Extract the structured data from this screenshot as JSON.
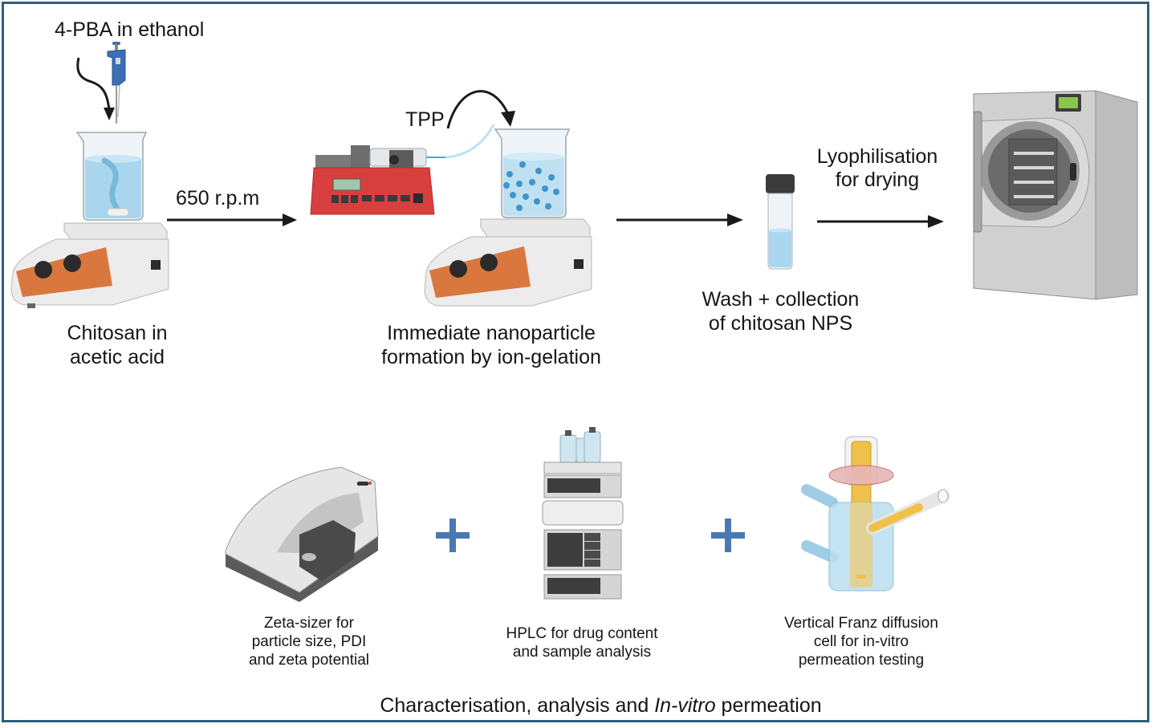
{
  "diagram": {
    "steps": [
      {
        "id": "pipette",
        "label": "4-PBA in ethanol"
      },
      {
        "id": "stirrer1",
        "label_line1": "Chitosan in",
        "label_line2": "acetic acid"
      },
      {
        "id": "arrow1",
        "label": "650 r.p.m"
      },
      {
        "id": "syringe",
        "label": "TPP"
      },
      {
        "id": "stirrer2",
        "label_line1": "Immediate nanoparticle",
        "label_line2": "formation by ion-gelation"
      },
      {
        "id": "vial",
        "label_line1": "Wash + collection",
        "label_line2": "of chitosan NPS"
      },
      {
        "id": "arrow3",
        "label_line1": "Lyophilisation",
        "label_line2": "for drying"
      },
      {
        "id": "freeze-dryer",
        "label": ""
      }
    ],
    "analysis": [
      {
        "id": "zetasizer",
        "lines": [
          "Zeta-sizer for",
          "particle size, PDI",
          "and zeta potential"
        ]
      },
      {
        "id": "hplc",
        "lines": [
          "HPLC for drug content",
          "and sample analysis"
        ]
      },
      {
        "id": "franz-cell",
        "lines": [
          "Vertical Franz diffusion",
          "cell for in-vitro",
          "permeation testing"
        ]
      }
    ],
    "plus_symbol": "+",
    "footer": {
      "part1": "Characterisation, analysis and ",
      "italic": "In-vitro",
      "part2": " permeation"
    },
    "colors": {
      "border": "#2e5f7a",
      "plus": "#4a78b0",
      "hotplate_panel": "#d9773e",
      "pump_red": "#d7403f",
      "liquid_blue": "#a9d6ee",
      "franz_yellow": "#f0c14a",
      "dryer_grey": "#c9c9c9",
      "dryer_screen": "#8cc54a"
    }
  }
}
